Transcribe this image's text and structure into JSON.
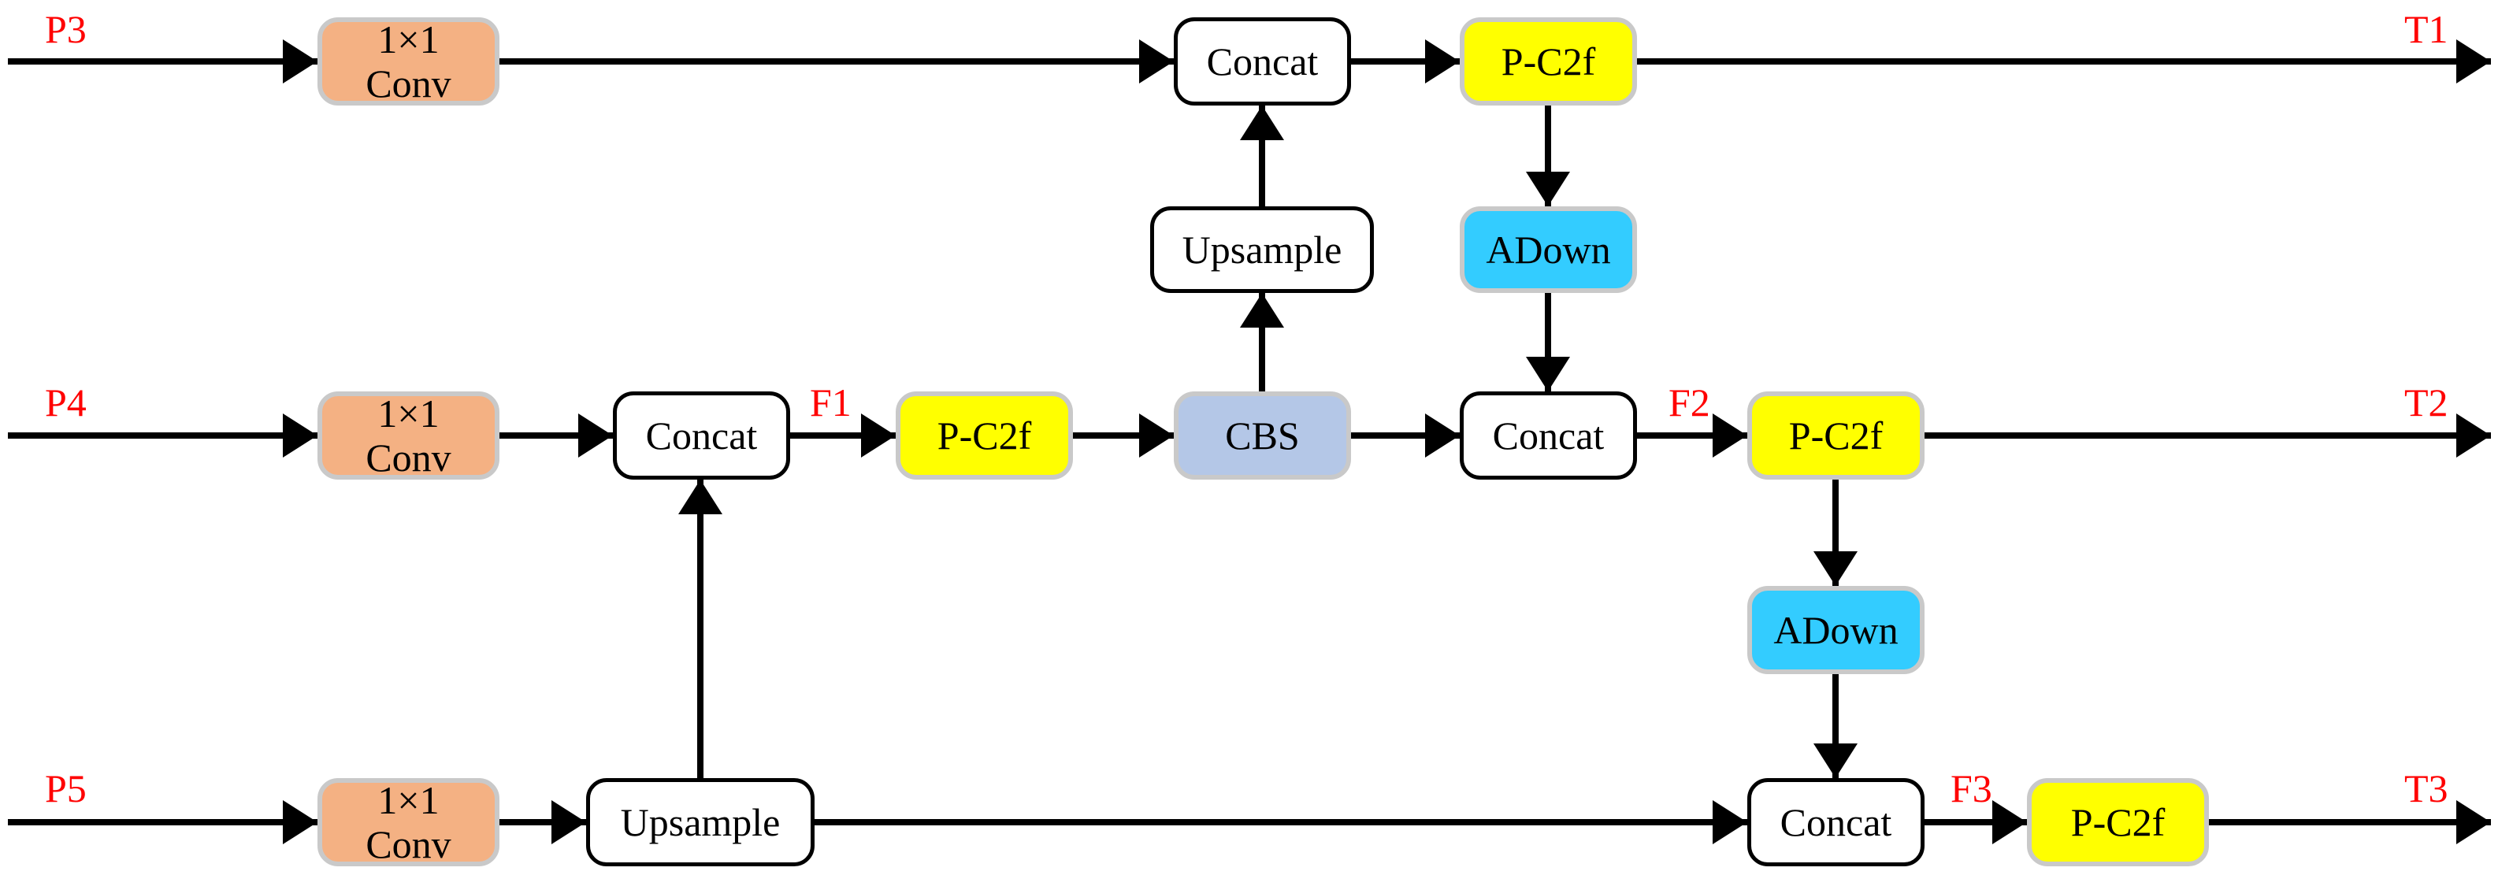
{
  "node_labels": {
    "conv": "1×1\nConv",
    "concat": "Concat",
    "upsample": "Upsample",
    "pc2f": "P-C2f",
    "cbs": "CBS",
    "adown": "ADown"
  },
  "io_labels": {
    "p3": "P3",
    "p4": "P4",
    "p5": "P5",
    "f1": "F1",
    "f2": "F2",
    "f3": "F3",
    "t1": "T1",
    "t2": "T2",
    "t3": "T3"
  },
  "colors": {
    "conv_fill": "#F4B183",
    "pc2f_fill": "#FFFF00",
    "adown_fill": "#33CCFF",
    "cbs_fill": "#B4C7E7",
    "plain_fill": "#FFFFFF",
    "plain_border": "#000000",
    "colored_border": "#C9C9C9",
    "edge": "#000000",
    "flow_label": "#FF0000"
  }
}
